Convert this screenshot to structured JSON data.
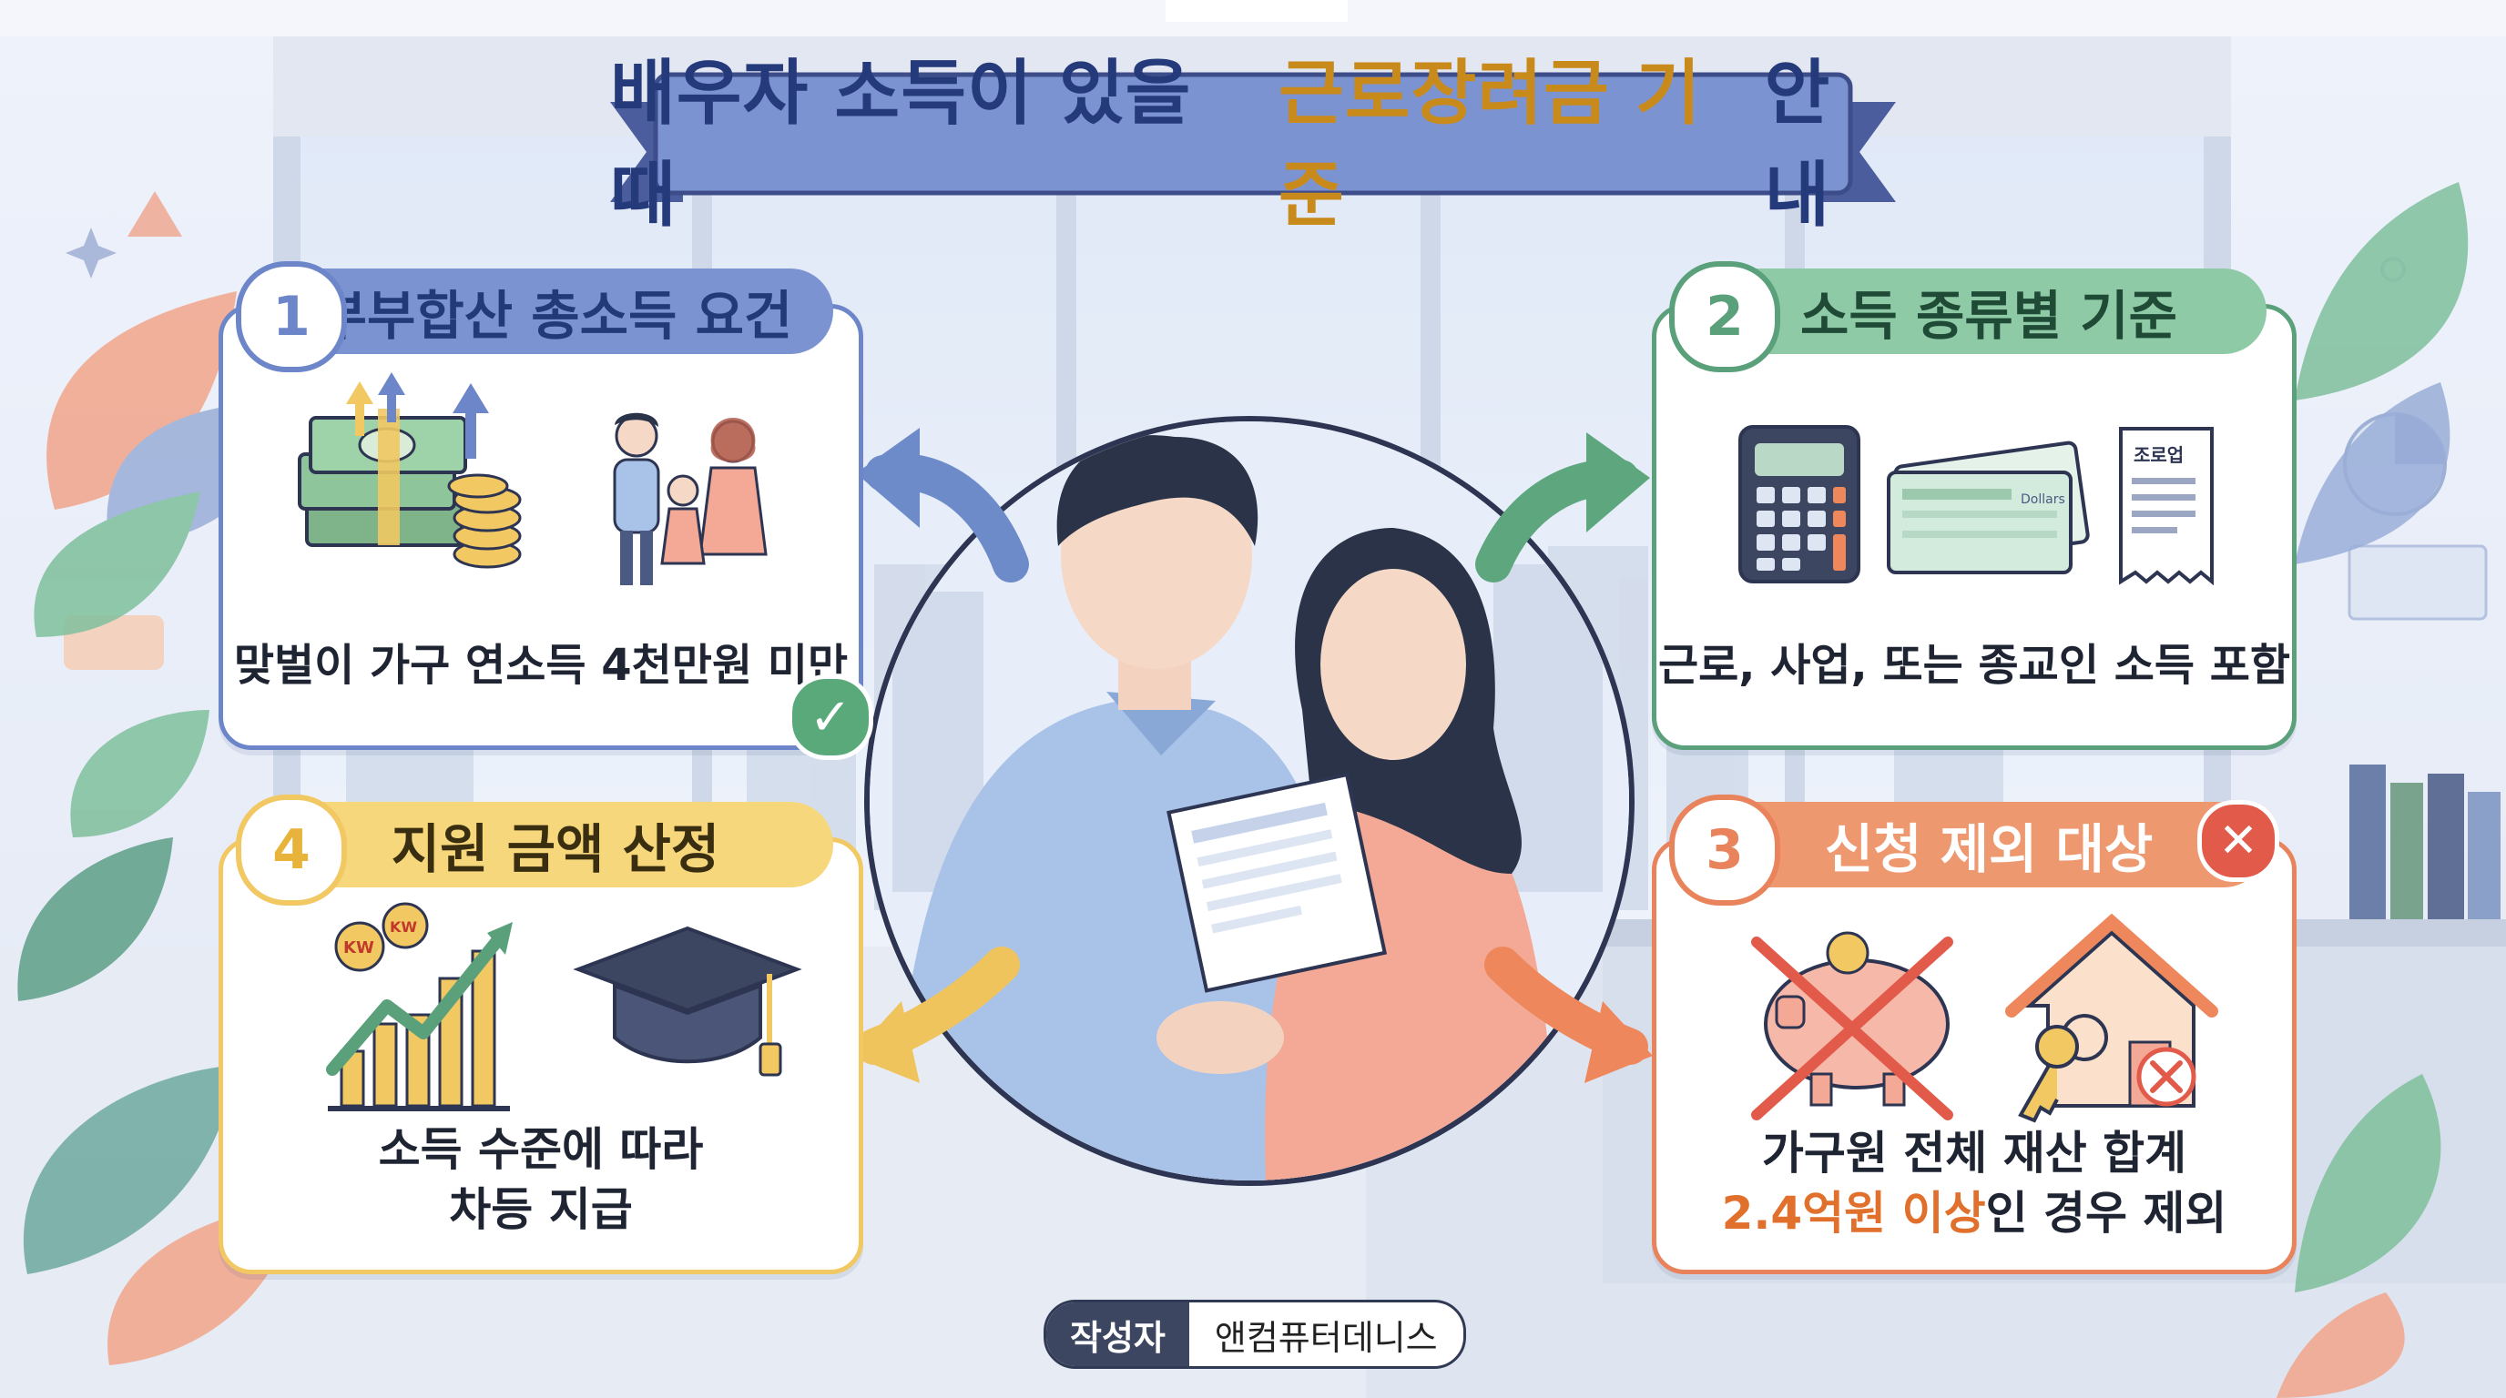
{
  "title": {
    "part1": "배우자 소득이 있을 때 ",
    "highlight": "근로장려금 기준",
    "part2": " 안내"
  },
  "cards": [
    {
      "num": "1",
      "title": "부부합산 총소득 요건",
      "text": "맞벌이 가구 연소득 4천만원 미만",
      "color": "#6d86c9"
    },
    {
      "num": "2",
      "title": "소득 종류별 기준",
      "text": "근로, 사업, 또는 종교인 소득 포함",
      "color": "#5aa07a"
    },
    {
      "num": "3",
      "title": "신청 제외 대상",
      "text_line1": "가구원 전체 재산 합계",
      "text_line2_orange": "2.4억원 이상",
      "text_line2_rest": "인 경우 제외",
      "color": "#e9835b"
    },
    {
      "num": "4",
      "title": "지원 금액 산정",
      "text_line1": "소득 수준에 따라",
      "text_line2": "차등 지급",
      "color": "#f1c862"
    }
  ],
  "icons": {
    "card1": [
      "money-stack-icon",
      "family-icon",
      "check-icon"
    ],
    "card2": [
      "calculator-icon",
      "check-paper-icon",
      "receipt-icon"
    ],
    "card3": [
      "piggy-bank-icon",
      "house-key-icon",
      "close-icon"
    ],
    "card4": [
      "growth-chart-icon",
      "graduation-cap-icon"
    ]
  },
  "receipt_label": "조로업",
  "check_label": "Dollars",
  "coin_label": "KW",
  "author": {
    "label": "작성자",
    "name": "앤컴퓨터데니스"
  }
}
